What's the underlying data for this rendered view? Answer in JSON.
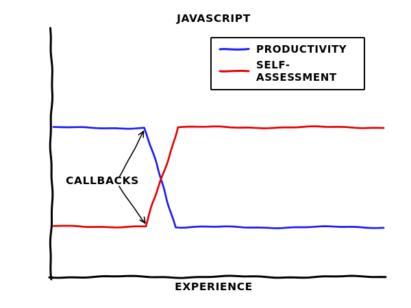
{
  "chart_data": {
    "type": "line",
    "title": "JAVASCRIPT",
    "xlabel": "EXPERIENCE",
    "ylabel": "",
    "x_range": [
      0,
      10
    ],
    "y_range": [
      0,
      10
    ],
    "grid": false,
    "ticks": {
      "x": [],
      "y": []
    },
    "legend": {
      "position": "top-right",
      "entries": [
        "PRODUCTIVITY",
        "SELF-ASSESSMENT"
      ]
    },
    "series": [
      {
        "name": "PRODUCTIVITY",
        "color": "#1a1aff",
        "points": [
          [
            0,
            5.98
          ],
          [
            2.75,
            5.98
          ],
          [
            3.72,
            2.0
          ],
          [
            10,
            2.0
          ]
        ]
      },
      {
        "name": "SELF-ASSESSMENT",
        "color": "#e60000",
        "points": [
          [
            0,
            2.03
          ],
          [
            2.8,
            2.03
          ],
          [
            3.77,
            6.0
          ],
          [
            10,
            6.0
          ]
        ]
      }
    ],
    "annotation": {
      "text": "CALLBACKS",
      "arrow_targets": [
        {
          "series": 0,
          "point": 1
        },
        {
          "series": 1,
          "point": 1
        }
      ]
    }
  },
  "style": {
    "axis_color": "#000000",
    "annotation_color": "#000000",
    "background": "#ffffff"
  }
}
